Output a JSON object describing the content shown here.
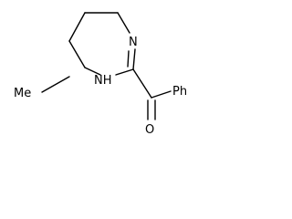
{
  "molecule": {
    "atoms": {
      "ring_nitrogen": "N",
      "ring_nh": "NH",
      "methyl": "Me",
      "carbonyl_oxygen": "O",
      "phenyl": "Ph"
    },
    "colors": {
      "bond": "#000000",
      "label": "#000000",
      "background": "#ffffff"
    }
  }
}
